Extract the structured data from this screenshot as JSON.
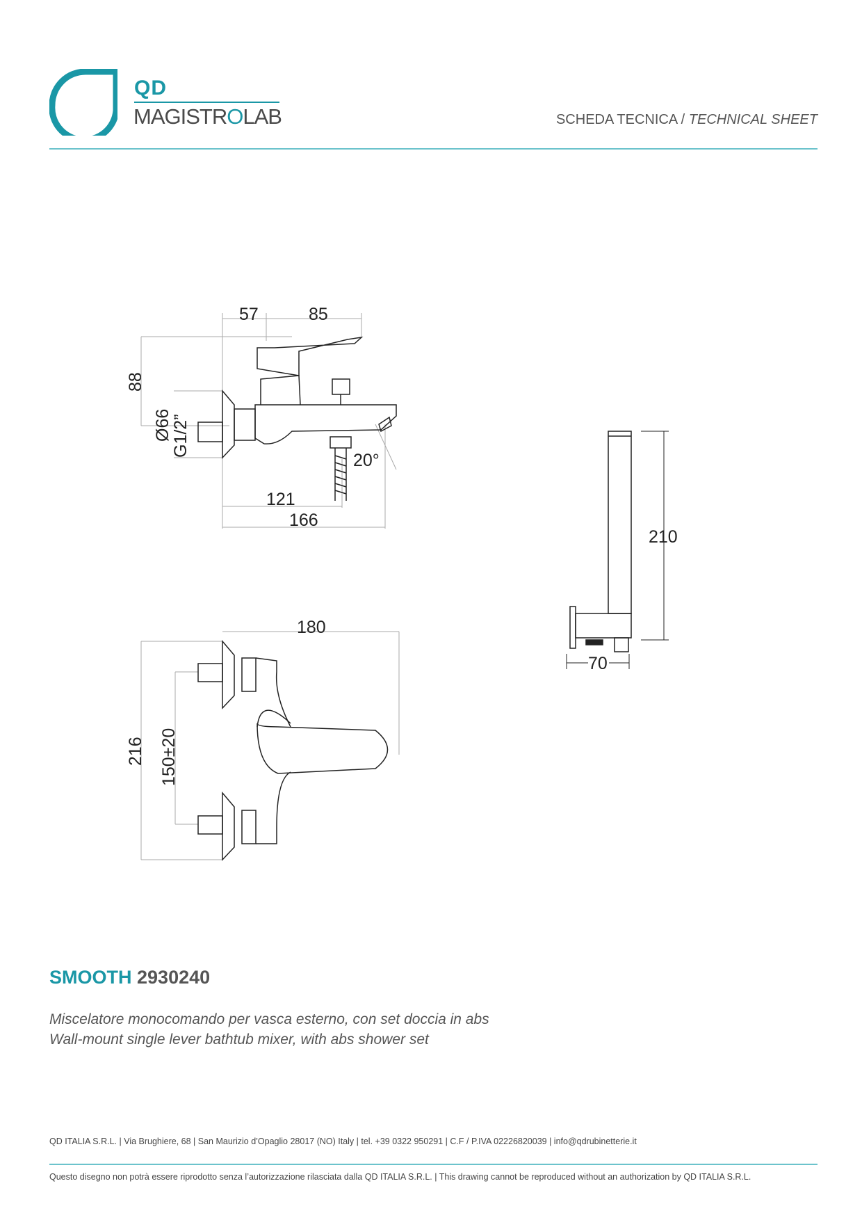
{
  "header": {
    "brand_short": "QD",
    "brand_name_part1": "MAGISTR",
    "brand_name_o": "O",
    "brand_name_part2": "LAB",
    "sheet_title_it": "SCHEDA TECNICA",
    "sheet_title_sep": " / ",
    "sheet_title_en": "TECHNICAL SHEET"
  },
  "drawing": {
    "front_view": {
      "dim_57": "57",
      "dim_85": "85",
      "dim_88": "88",
      "dim_diam": "Ø66",
      "dim_thread": "G1/2”",
      "dim_angle": "20°",
      "dim_121": "121",
      "dim_166": "166"
    },
    "top_view": {
      "dim_180": "180",
      "dim_216": "216",
      "dim_centers": "150±20"
    },
    "shower_set": {
      "dim_210": "210",
      "dim_70": "70"
    }
  },
  "product": {
    "series": "SMOOTH",
    "code": "2930240",
    "description_it": "Miscelatore monocomando per vasca esterno, con set doccia in abs",
    "description_en": "Wall-mount single lever bathtub mixer, with abs shower set"
  },
  "footer": {
    "address": "QD ITALIA S.R.L. | Via Brughiere, 68 | San Maurizio d’Opaglio 28017 (NO) Italy | tel. +39 0322 950291 | C.F / P.IVA 02226820039 | info@qdrubinetterie.it",
    "disclaimer": "Questo disegno non potrà essere riprodotto senza l’autorizzazione rilasciata dalla QD ITALIA S.R.L. | This drawing cannot be reproduced without an authorization by QD ITALIA S.R.L."
  },
  "colors": {
    "accent": "#1a97a6",
    "rule": "#6cc3cc",
    "text": "#444444"
  }
}
